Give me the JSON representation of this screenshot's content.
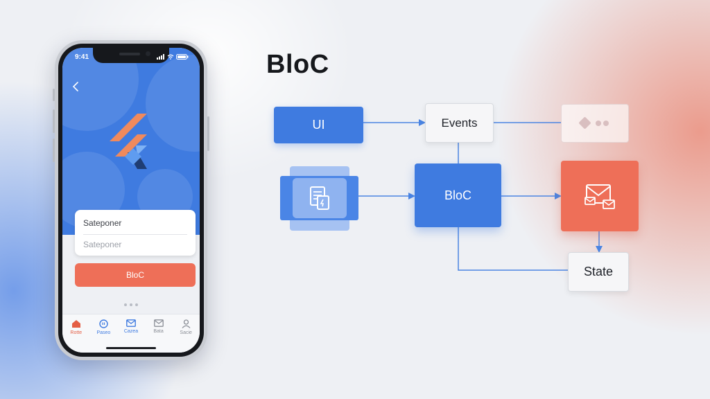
{
  "diagram": {
    "title": "BloC",
    "nodes": {
      "ui": "UI",
      "events": "Events",
      "bloc": "BloC",
      "state": "State"
    }
  },
  "phone": {
    "status_time": "9:41",
    "field_1": "Sateponer",
    "field_2": "Sateponer",
    "cta_label": "BloC",
    "tabs": [
      {
        "label": "Rotte",
        "icon": "home-icon"
      },
      {
        "label": "Paseo",
        "icon": "clock-icon"
      },
      {
        "label": "Cazea",
        "icon": "mail-icon"
      },
      {
        "label": "Bata",
        "icon": "envelope-icon"
      },
      {
        "label": "Sacie",
        "icon": "person-icon"
      }
    ]
  },
  "colors": {
    "primary_blue": "#3f7be0",
    "accent_red": "#ee6f58",
    "connector": "#4a84e2"
  }
}
